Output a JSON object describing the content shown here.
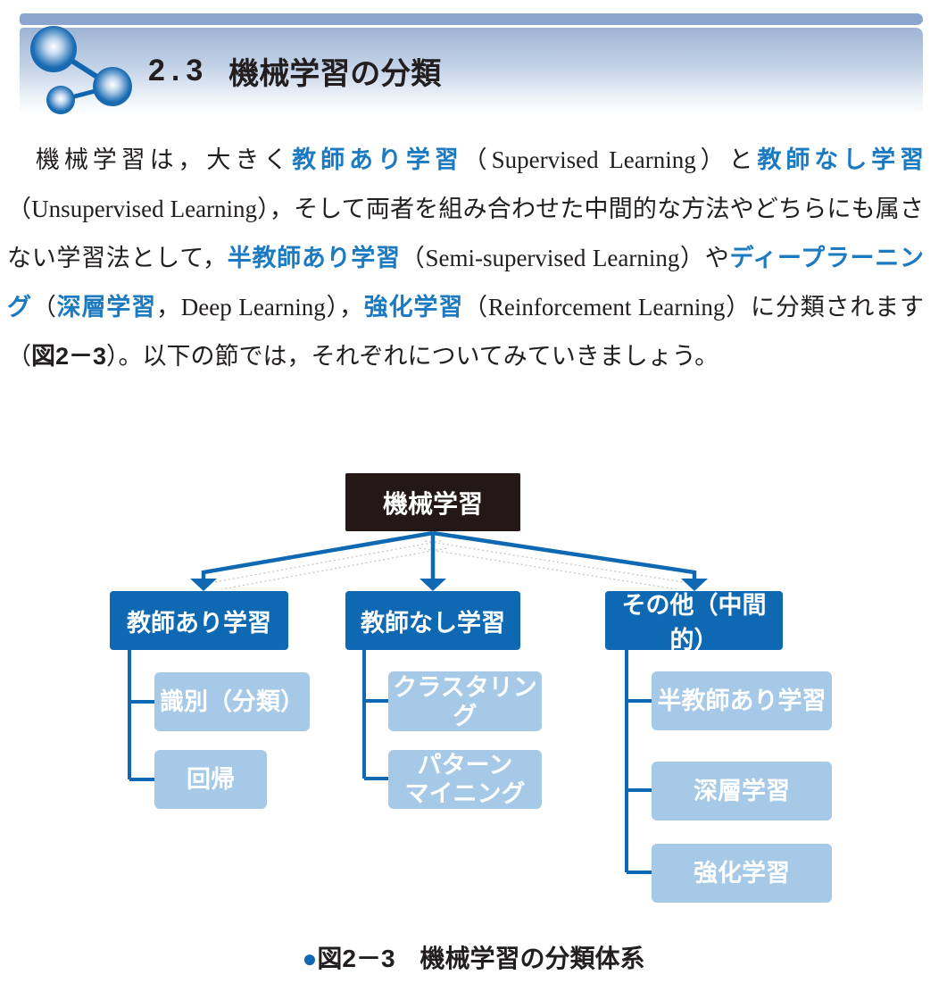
{
  "header": {
    "section_number": "2.3",
    "title": "機械学習の分類",
    "colors": {
      "bar": "#8ca7ce",
      "gradient_top": "#9fb4d4",
      "icon_blue": "#1266af",
      "title_text": "#221e1f"
    }
  },
  "paragraph": {
    "keyword_color": "#1c7ac1",
    "segments": [
      {
        "style": "t-serif",
        "text": "　機械学習は，大きく"
      },
      {
        "style": "t-blue",
        "text": "教師あり学習"
      },
      {
        "style": "t-serif",
        "text": "（Supervised Learning）と"
      },
      {
        "style": "t-blue",
        "text": "教師なし学習"
      },
      {
        "style": "t-serif",
        "text": "（Unsupervised Learning），そして両者を組み合わせた中間的な方法やどちらにも属さない学習法として，"
      },
      {
        "style": "t-blue",
        "text": "半教師あり学習"
      },
      {
        "style": "t-serif",
        "text": "（Semi-supervised Learning）や"
      },
      {
        "style": "t-blue",
        "text": "ディープラーニング"
      },
      {
        "style": "t-serif",
        "text": "（"
      },
      {
        "style": "t-blue",
        "text": "深層学習"
      },
      {
        "style": "t-serif",
        "text": "，Deep Learning），"
      },
      {
        "style": "t-blue",
        "text": "強化学習"
      },
      {
        "style": "t-serif",
        "text": "（Reinforcement Learning）に分類されます（"
      },
      {
        "style": "t-bold",
        "text": "図2－3"
      },
      {
        "style": "t-serif",
        "text": "）。以下の節では，それぞれについてみていきましょう。"
      }
    ]
  },
  "diagram": {
    "root": {
      "label": "機械学習",
      "bg": "#231815"
    },
    "branches": [
      {
        "label": "教師あり学習",
        "children": [
          "識別（分類）",
          "回帰"
        ]
      },
      {
        "label": "教師なし学習",
        "children": [
          "クラスタリング",
          "パターン\nマイニング"
        ]
      },
      {
        "label": "その他（中間的）",
        "children": [
          "半教師あり学習",
          "深層学習",
          "強化学習"
        ]
      }
    ],
    "colors": {
      "level1_bg": "#0f68b2",
      "level2_bg": "#a5c9e7",
      "connector": "#0f68b2",
      "box_text": "#ffffff"
    }
  },
  "caption": {
    "bullet": "●",
    "figure_label": "図2－3",
    "text": "機械学習の分類体系",
    "bullet_color": "#1268b3"
  }
}
